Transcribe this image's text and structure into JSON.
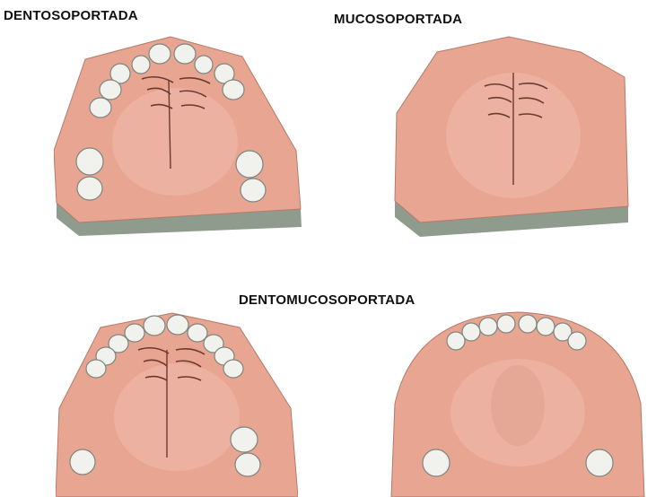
{
  "labels": {
    "dentosoportada": "DENTOSOPORTADA",
    "mucosoportada": "MUCOSOPORTADA",
    "dentomucosoportada": "DENTOMUCOSOPORTADA"
  },
  "colors": {
    "palate": "#e7a592",
    "palate_light": "#f2c2b2",
    "base_side": "#8f9b8c",
    "base_dark": "#59655a",
    "tooth": "#f1f2ee",
    "tooth_shadow": "#9aa19a",
    "rugae": "#6b3a30"
  }
}
